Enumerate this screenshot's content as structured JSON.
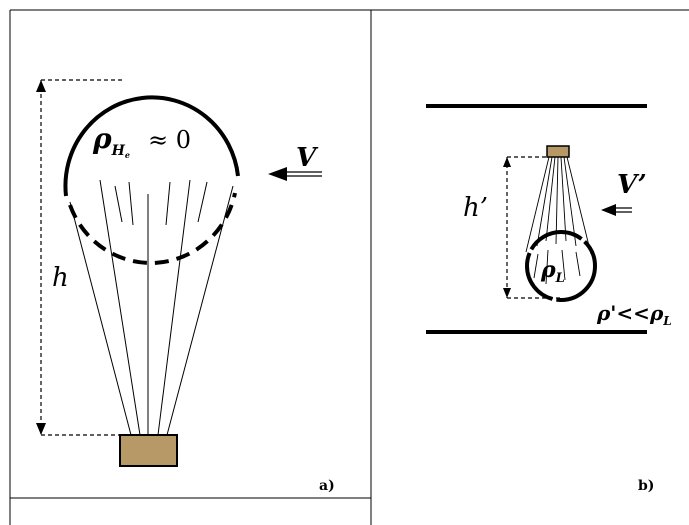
{
  "panel_a": {
    "balloon_density_label": "ρ",
    "balloon_density_subscript": "H",
    "balloon_density_subsubscript": "e",
    "approx_zero_label": "≈ 0",
    "velocity_label": "V",
    "height_label": "h",
    "panel_label": "a)"
  },
  "panel_b": {
    "velocity_label": "V’",
    "height_label": "h’",
    "balloon_density_label": "ρ",
    "balloon_density_subscript": "L",
    "outside_density_label": "ρ'<<ρ",
    "outside_density_subscript": "L",
    "panel_label": "b)"
  },
  "colors": {
    "line": "#000000",
    "basket_fill": "#b89a66",
    "basket_texture": "#8f7546",
    "background": "#ffffff"
  }
}
